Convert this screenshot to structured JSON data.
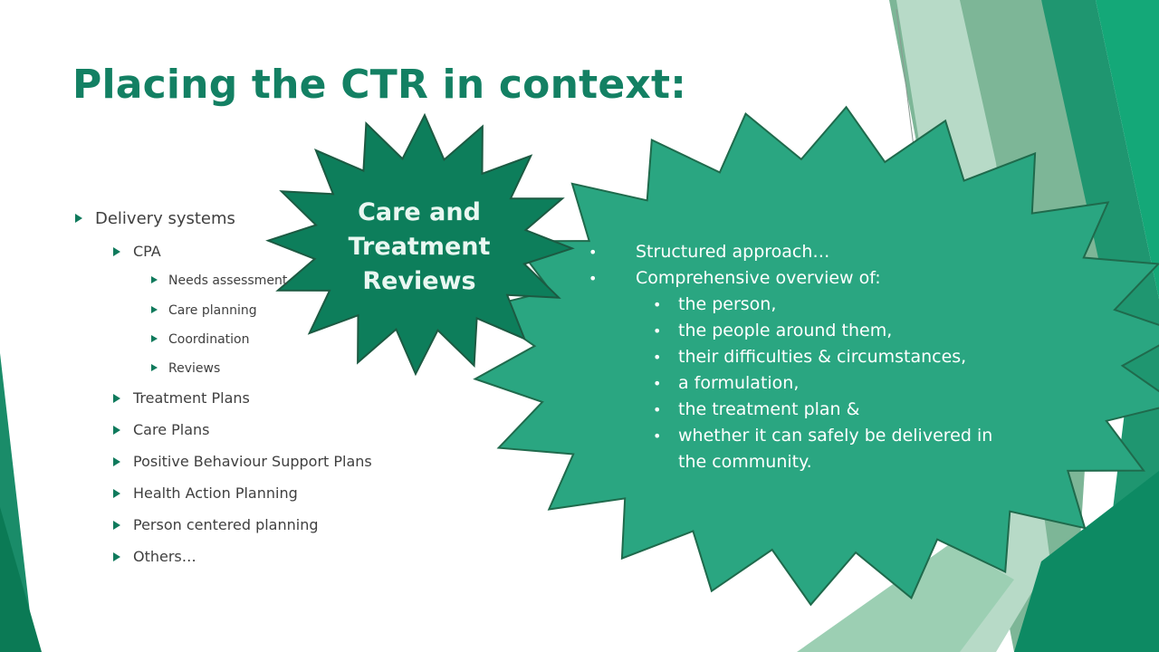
{
  "slide": {
    "title": "Placing the CTR in context:",
    "left_list": [
      {
        "level": 1,
        "text": "Delivery systems"
      },
      {
        "level": 2,
        "text": "CPA"
      },
      {
        "level": 3,
        "text": "Needs assessment"
      },
      {
        "level": 3,
        "text": "Care planning"
      },
      {
        "level": 3,
        "text": "Coordination"
      },
      {
        "level": 3,
        "text": "Reviews"
      },
      {
        "level": 2,
        "text": "Treatment Plans"
      },
      {
        "level": 2,
        "text": "Care Plans"
      },
      {
        "level": 2,
        "text": "Positive Behaviour Support Plans"
      },
      {
        "level": 2,
        "text": "Health Action Planning"
      },
      {
        "level": 2,
        "text": "Person centered planning"
      },
      {
        "level": 2,
        "text": "Others…"
      }
    ],
    "burst_small": {
      "lines": [
        "Care and",
        "Treatment",
        "Reviews"
      ]
    },
    "burst_large": {
      "bullets": [
        {
          "level": 1,
          "text": "Structured approach…"
        },
        {
          "level": 1,
          "text": "Comprehensive overview of:"
        },
        {
          "level": 2,
          "text": "the person,"
        },
        {
          "level": 2,
          "text": "the people around them,"
        },
        {
          "level": 2,
          "text": "their difficulties & circumstances,"
        },
        {
          "level": 2,
          "text": "a formulation,"
        },
        {
          "level": 2,
          "text": "the treatment plan &"
        },
        {
          "level": 2,
          "text": "whether it can safely be delivered in"
        },
        {
          "level": 2,
          "text": "the community.",
          "continuation": true
        }
      ]
    }
  },
  "colors": {
    "title": "#138063",
    "accent_dark": "#0b7a55",
    "accent_mid": "#2fa37e",
    "accent_light": "#8cc4a8",
    "burst_small_fill": "#0d7e5b",
    "burst_large_fill": "#2aa681",
    "text_body": "#404040"
  }
}
